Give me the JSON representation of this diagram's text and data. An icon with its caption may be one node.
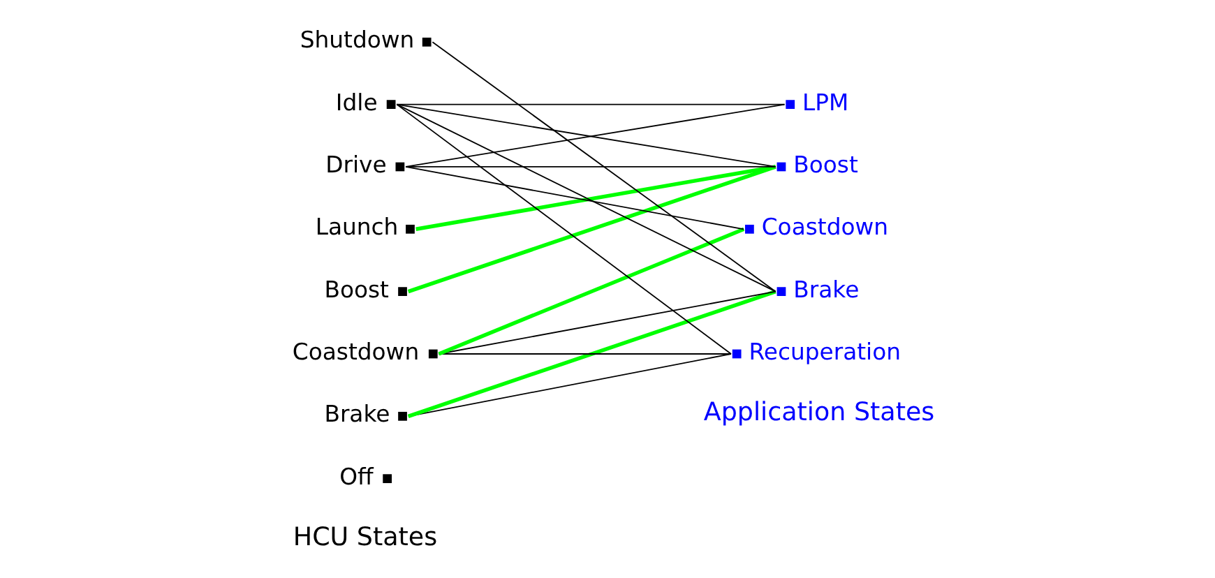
{
  "diagram": {
    "nodes": [
      {
        "text": [
          "Off"
        ]
      },
      {
        "text": [
          "Brake"
        ]
      },
      {
        "text": [
          "Coastdown"
        ]
      },
      {
        "text": [
          "Boost"
        ]
      },
      {
        "text": [
          "Launch"
        ]
      },
      {
        "text": [
          "Drive"
        ]
      },
      {
        "text": [
          "Idle"
        ]
      },
      {
        "text": [
          "Shutdown"
        ]
      },
      {
        "text": [
          "Recuperation"
        ]
      },
      {
        "text": [
          "Brake"
        ]
      },
      {
        "text": [
          "Coastdown"
        ]
      },
      {
        "text": [
          "Boost"
        ]
      },
      {
        "text": [
          "LPM"
        ]
      }
    ],
    "edges": [
      {
        "from": 1,
        "to": 8,
        "arrow": "none"
      },
      {
        "from": 1,
        "to": 9,
        "arrow": "none",
        "style": "thick",
        "color": "#00ff00"
      },
      {
        "from": 2,
        "to": 8,
        "arrow": "none"
      },
      {
        "from": 2,
        "to": 9,
        "arrow": "none"
      },
      {
        "from": 2,
        "to": 10,
        "arrow": "none",
        "style": "thick",
        "color": "#00ff00"
      },
      {
        "from": 3,
        "to": 11,
        "arrow": "none",
        "style": "thick",
        "color": "#00ff00"
      },
      {
        "from": 4,
        "to": 11,
        "arrow": "none",
        "style": "thick",
        "color": "#00ff00"
      },
      {
        "from": 5,
        "to": 10,
        "arrow": "none"
      },
      {
        "from": 5,
        "to": 11,
        "arrow": "none"
      },
      {
        "from": 5,
        "to": 12,
        "arrow": "none"
      },
      {
        "from": 6,
        "to": 8,
        "arrow": "none"
      },
      {
        "from": 6,
        "to": 9,
        "arrow": "none"
      },
      {
        "from": 6,
        "to": 11,
        "arrow": "none"
      },
      {
        "from": 6,
        "to": 12,
        "arrow": "none"
      },
      {
        "from": 7,
        "to": 9,
        "arrow": "none"
      }
    ],
    "labels": [
      "HCU States",
      "Application States"
    ]
  }
}
